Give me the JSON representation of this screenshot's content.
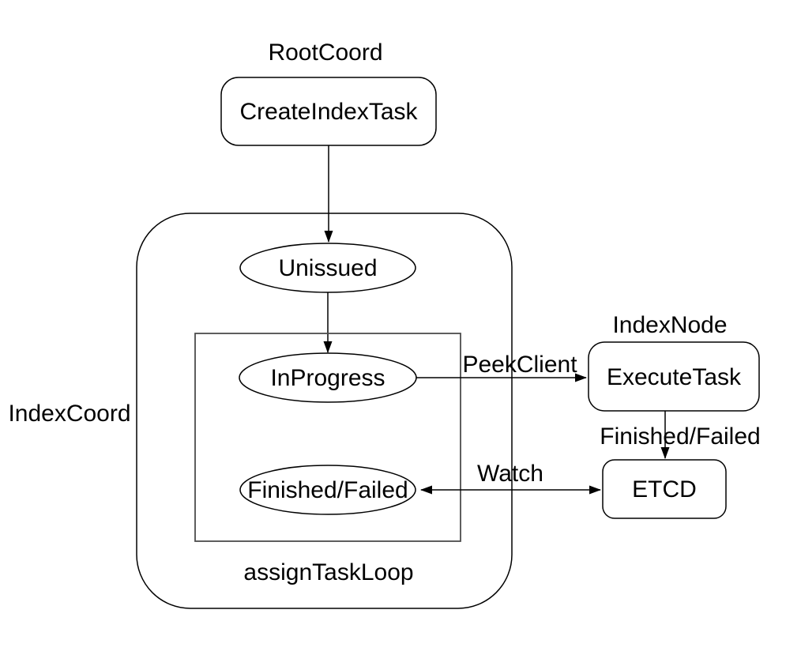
{
  "diagram": {
    "background_color": "#ffffff",
    "stroke_color": "#000000",
    "loop_stroke_color": "#4d4d4d",
    "text_color": "#000000",
    "group_labels": {
      "root_coord": "RootCoord",
      "index_coord": "IndexCoord",
      "index_node": "IndexNode",
      "assign_task_loop": "assignTaskLoop"
    },
    "nodes": {
      "create_index_task": "CreateIndexTask",
      "unissued": "Unissued",
      "in_progress": "InProgress",
      "finished_failed": "Finished/Failed",
      "execute_task": "ExecuteTask",
      "etcd": "ETCD"
    },
    "edge_labels": {
      "peek_client": "PeekClient",
      "finished_failed": "Finished/Failed",
      "watch": "Watch"
    }
  }
}
